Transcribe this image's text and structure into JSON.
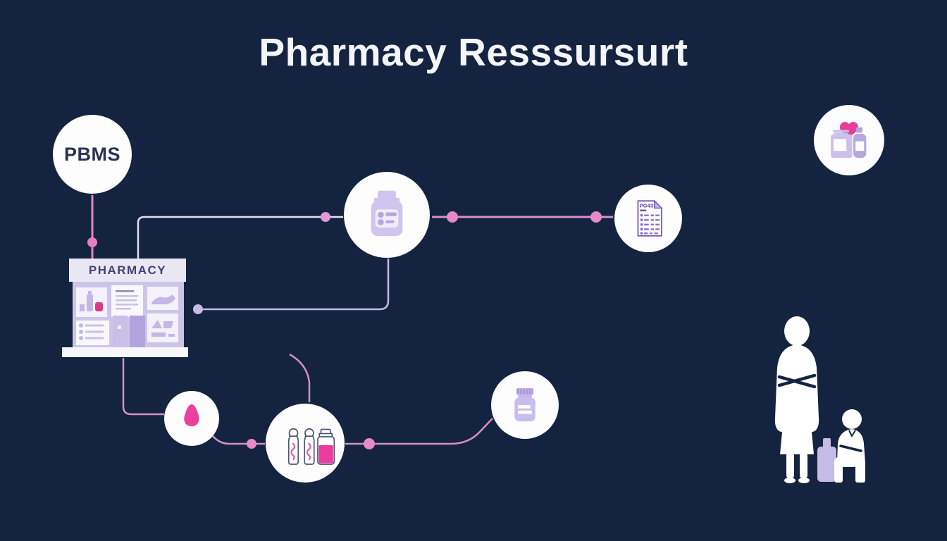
{
  "title": "Pharmacy Resssursurt",
  "nodes": {
    "pbms": {
      "label": "PBMS"
    },
    "pill_jar": {
      "icon": "pill-jar-icon"
    },
    "claims_document": {
      "icon": "document-icon",
      "header": "PG43"
    },
    "heart_meds": {
      "icon": "medicine-with-heart-icon"
    },
    "pink_blob": {
      "icon": "pink-blob-icon"
    },
    "medicine_bottles": {
      "icon": "medicine-bottles-icon"
    },
    "pill_bottle": {
      "icon": "pill-bottle-icon"
    }
  },
  "pharmacy": {
    "sign": "PHARMACY"
  },
  "figures": {
    "pharmacist": "pharmacist-silhouette",
    "patient": "seated-patient-silhouette",
    "bottle": "medicine-jug-icon"
  },
  "colors": {
    "background": "#132340",
    "title_white": "#f4f5f9",
    "accent_pink": "#e8429c",
    "line_pink": "#d98fcc",
    "line_lavender": "#c6b9e8",
    "line_white": "#e3dff0",
    "dot_pink": "#e88ac8",
    "icon_lavender": "#cfc5ee",
    "deep_lavender": "#b3a3dc",
    "document_purple": "#7e5fb5",
    "navy_text": "#293356"
  }
}
